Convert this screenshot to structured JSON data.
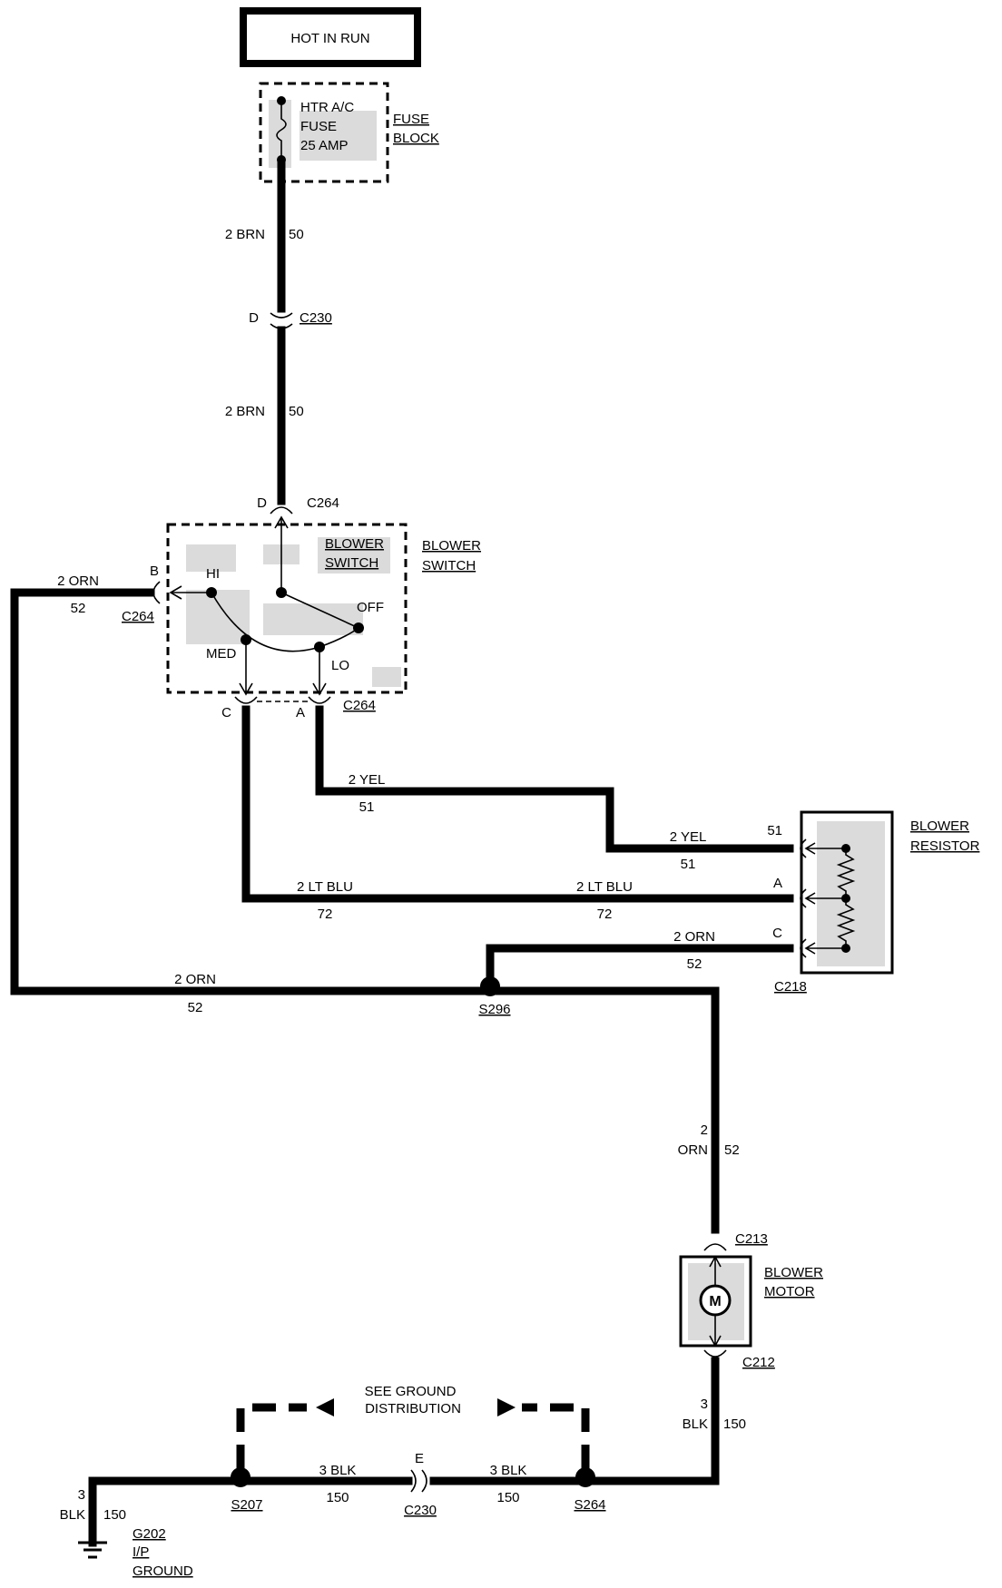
{
  "power": {
    "label": "HOT IN RUN"
  },
  "fuse": {
    "line1": "HTR A/C",
    "line2": "FUSE",
    "line3": "25 AMP",
    "block_line1": "FUSE",
    "block_line2": "BLOCK"
  },
  "wire_top": {
    "size_color": "2 BRN",
    "circuit": "50"
  },
  "c230_top": {
    "pin": "D",
    "name": "C230"
  },
  "wire_mid": {
    "size_color": "2 BRN",
    "circuit": "50"
  },
  "c264_top": {
    "pin": "D",
    "name": "C264"
  },
  "blower_switch": {
    "inner_line1": "BLOWER",
    "inner_line2": "SWITCH",
    "outer_line1": "BLOWER",
    "outer_line2": "SWITCH",
    "pos_hi": "HI",
    "pos_med": "MED",
    "pos_lo": "LO",
    "pos_off": "OFF"
  },
  "c264_left": {
    "pin": "B",
    "name": "C264"
  },
  "c264_bottom": {
    "pin_c": "C",
    "pin_a": "A",
    "name": "C264"
  },
  "wire_orn_left": {
    "size_color": "2 ORN",
    "circuit": "52"
  },
  "wire_yel_1": {
    "size_color": "2 YEL",
    "circuit": "51"
  },
  "wire_yel_2": {
    "size_color": "2 YEL",
    "circuit": "51"
  },
  "wire_ltblu_1": {
    "size_color": "2 LT BLU",
    "circuit": "72"
  },
  "wire_ltblu_2": {
    "size_color": "2 LT BLU",
    "circuit": "72"
  },
  "wire_orn_resistor": {
    "size_color": "2 ORN",
    "circuit": "52"
  },
  "wire_orn_bottom": {
    "size_color": "2 ORN",
    "circuit": "52"
  },
  "blower_resistor": {
    "line1": "BLOWER",
    "line2": "RESISTOR",
    "pin_51": "51",
    "pin_a": "A",
    "pin_c": "C",
    "connector": "C218"
  },
  "splice_s296": {
    "name": "S296"
  },
  "wire_orn_vertical": {
    "size": "2",
    "color": "ORN",
    "circuit": "52"
  },
  "c213": {
    "name": "C213"
  },
  "blower_motor": {
    "line1": "BLOWER",
    "line2": "MOTOR",
    "symbol": "M"
  },
  "c212": {
    "name": "C212"
  },
  "wire_blk_vertical": {
    "size": "3",
    "color": "BLK",
    "circuit": "150"
  },
  "ground_dist": {
    "line1": "SEE GROUND",
    "line2": "DISTRIBUTION"
  },
  "wire_blk_left": {
    "size_color": "3 BLK",
    "circuit": "150"
  },
  "wire_blk_right": {
    "size_color": "3 BLK",
    "circuit": "150"
  },
  "c230_bottom": {
    "pin": "E",
    "name": "C230"
  },
  "splice_s207": {
    "name": "S207"
  },
  "splice_s264": {
    "name": "S264"
  },
  "ground_wire": {
    "size": "3",
    "color": "BLK",
    "circuit": "150"
  },
  "ground": {
    "name": "G202",
    "line2": "I/P",
    "line3": "GROUND"
  }
}
